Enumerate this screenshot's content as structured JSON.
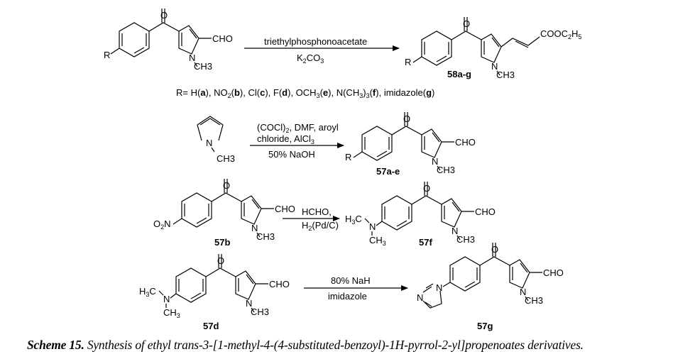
{
  "reactions": [
    {
      "id": "reaction-1",
      "reactant": {
        "substituent": "R",
        "aldehyde": "CHO",
        "n_methyl": "CH3",
        "carbonyl_o": "O"
      },
      "reagents_above": "triethylphosphonoacetate",
      "reagents_below": "K2CO3",
      "product": {
        "label": "58a-g",
        "substituent": "R",
        "ester": "COOC2H5",
        "n_methyl": "CH3",
        "carbonyl_o": "O"
      }
    },
    {
      "id": "reaction-2",
      "reactant": {
        "n_methyl": "CH3",
        "n": "N"
      },
      "reagents_above_line1": "(COCl)2, DMF, aroyl",
      "reagents_above_line2": "chloride, AlCl3",
      "reagents_below": "50% NaOH",
      "product": {
        "label": "57a-e",
        "substituent": "R",
        "aldehyde": "CHO",
        "n_methyl": "CH3",
        "carbonyl_o": "O"
      }
    },
    {
      "id": "reaction-3",
      "reactant": {
        "label": "57b",
        "substituent": "O2N",
        "aldehyde": "CHO",
        "n_methyl": "CH3",
        "carbonyl_o": "O"
      },
      "reagents_above": "HCHO,",
      "reagents_below": "H2(Pd/C)",
      "product": {
        "label": "57f",
        "substituent": "H3C-N-CH3",
        "aldehyde": "CHO",
        "n_methyl": "CH3",
        "carbonyl_o": "O"
      }
    },
    {
      "id": "reaction-4",
      "reactant": {
        "label": "57d",
        "substituent": "H3C-N-CH3",
        "aldehyde": "CHO",
        "n_methyl": "CH3",
        "carbonyl_o": "O"
      },
      "reagents_above": "80% NaH",
      "reagents_below": "imidazole",
      "product": {
        "label": "57g",
        "substituent": "imidazol-1-yl",
        "aldehyde": "CHO",
        "n_methyl": "CH3",
        "carbonyl_o": "O"
      }
    }
  ],
  "r_groups": {
    "prefix": "R= ",
    "items": [
      {
        "group": "H",
        "letter": "a"
      },
      {
        "group": "NO2",
        "letter": "b"
      },
      {
        "group": "Cl",
        "letter": "c"
      },
      {
        "group": "F",
        "letter": "d"
      },
      {
        "group": "OCH3",
        "letter": "e"
      },
      {
        "group": "N(CH3)3",
        "letter": "f"
      },
      {
        "group": "imidazole",
        "letter": "g"
      }
    ]
  },
  "caption": {
    "label": "Scheme 15.",
    "text": " Synthesis of ethyl trans-3-[1-methyl-4-(4-substituted-benzoyl)-1H-pyrrol-2-yl]propenoates derivatives."
  }
}
